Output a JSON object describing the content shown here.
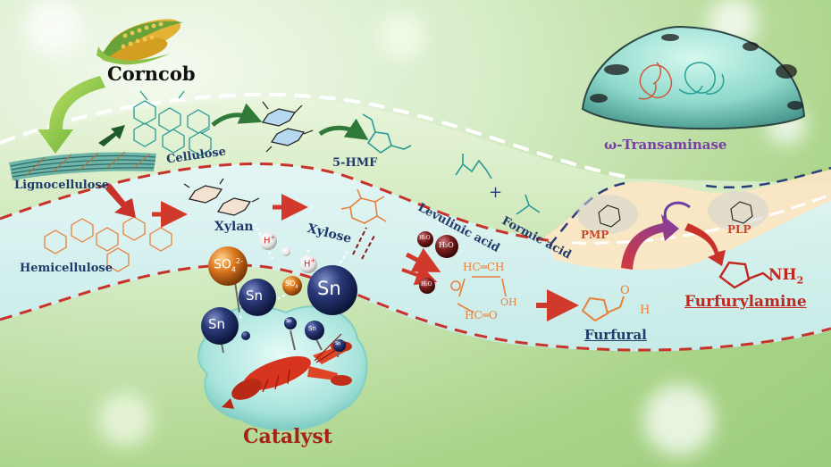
{
  "labels": {
    "corncob": "Corncob",
    "lignocellulose": "Lignocellulose",
    "cellulose": "Cellulose",
    "hmf": "5-HMF",
    "levulinic_acid": "Levulinic acid",
    "formic_acid": "Formic acid",
    "plus": "+",
    "hemicellulose": "Hemicellulose",
    "xylan": "Xylan",
    "xylose": "Xylose",
    "catalyst": "Catalyst",
    "furfural": "Furfural",
    "furfurylamine": "Furfurylamine",
    "transaminase": "ω-Transaminase",
    "pmp": "PMP",
    "plp": "PLP",
    "nh2": "NH",
    "nh2_sub": "2",
    "water": "H₂O",
    "h_ion": "H",
    "h_ion_sup": "+",
    "so4": "SO",
    "so4_sub": "4",
    "so4_sup": "2-",
    "sn": "Sn",
    "aldehyde_h": "H",
    "aldehyde_o": "O",
    "hc_ch_top": "HC═CH",
    "hc_ch_mid": "HC═O",
    "oh": "OH"
  },
  "colors": {
    "dashed_red": "#c8322a",
    "dashed_white": "#ffffff",
    "dashed_navy": "#2b3f7a",
    "arrow_green": "#2f7a38",
    "arrow_red": "#d0392b",
    "orange_struct": "#e8803a",
    "teal_struct": "#2b9a96",
    "transaminase_purple": "#7a3ea8",
    "furfurylamine_red": "#c0281f",
    "text_navy": "#1f3b6b",
    "catalyst_red": "#a8201a"
  }
}
